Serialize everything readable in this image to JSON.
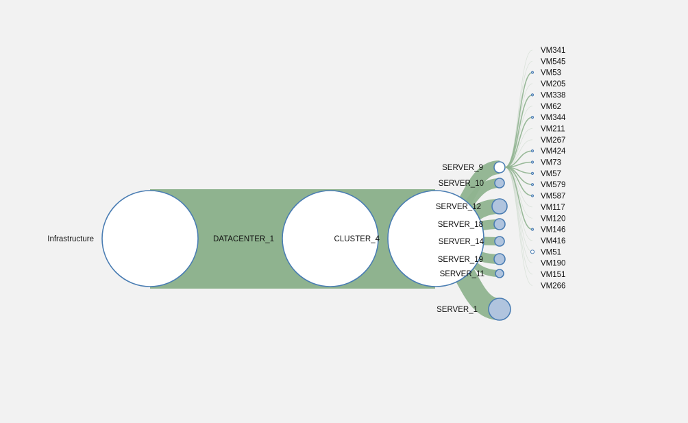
{
  "root": {
    "label": "Infrastructure"
  },
  "datacenter": {
    "label": "DATACENTER_1"
  },
  "cluster": {
    "label": "CLUSTER_4"
  },
  "servers": [
    {
      "id": "SERVER_9",
      "label": "SERVER_9",
      "filled": false,
      "expanded": true
    },
    {
      "id": "SERVER_10",
      "label": "SERVER_10",
      "filled": true
    },
    {
      "id": "SERVER_12",
      "label": "SERVER_12",
      "filled": true
    },
    {
      "id": "SERVER_18",
      "label": "SERVER_18",
      "filled": true
    },
    {
      "id": "SERVER_14",
      "label": "SERVER_14",
      "filled": true
    },
    {
      "id": "SERVER_19",
      "label": "SERVER_19",
      "filled": true
    },
    {
      "id": "SERVER_11",
      "label": "SERVER_11",
      "filled": true
    },
    {
      "id": "SERVER_1",
      "label": "SERVER_1",
      "filled": true
    }
  ],
  "vms": [
    {
      "label": "VM341",
      "filled": false
    },
    {
      "label": "VM545",
      "filled": false
    },
    {
      "label": "VM53",
      "filled": true
    },
    {
      "label": "VM205",
      "filled": false
    },
    {
      "label": "VM338",
      "filled": true
    },
    {
      "label": "VM62",
      "filled": false
    },
    {
      "label": "VM344",
      "filled": true
    },
    {
      "label": "VM211",
      "filled": false
    },
    {
      "label": "VM267",
      "filled": false
    },
    {
      "label": "VM424",
      "filled": true
    },
    {
      "label": "VM73",
      "filled": true
    },
    {
      "label": "VM57",
      "filled": true
    },
    {
      "label": "VM579",
      "filled": true
    },
    {
      "label": "VM587",
      "filled": true
    },
    {
      "label": "VM117",
      "filled": false
    },
    {
      "label": "VM120",
      "filled": false
    },
    {
      "label": "VM146",
      "filled": true
    },
    {
      "label": "VM416",
      "filled": false
    },
    {
      "label": "VM51",
      "filled": false
    },
    {
      "label": "VM190",
      "filled": false
    },
    {
      "label": "VM151",
      "filled": false
    },
    {
      "label": "VM266",
      "filled": false
    }
  ],
  "colors": {
    "background": "#f2f2f2",
    "link": "#8fb38f",
    "node_stroke": "#4a7db3",
    "node_fill_open": "#ffffff",
    "node_fill_collapsed": "#b0c4de"
  }
}
